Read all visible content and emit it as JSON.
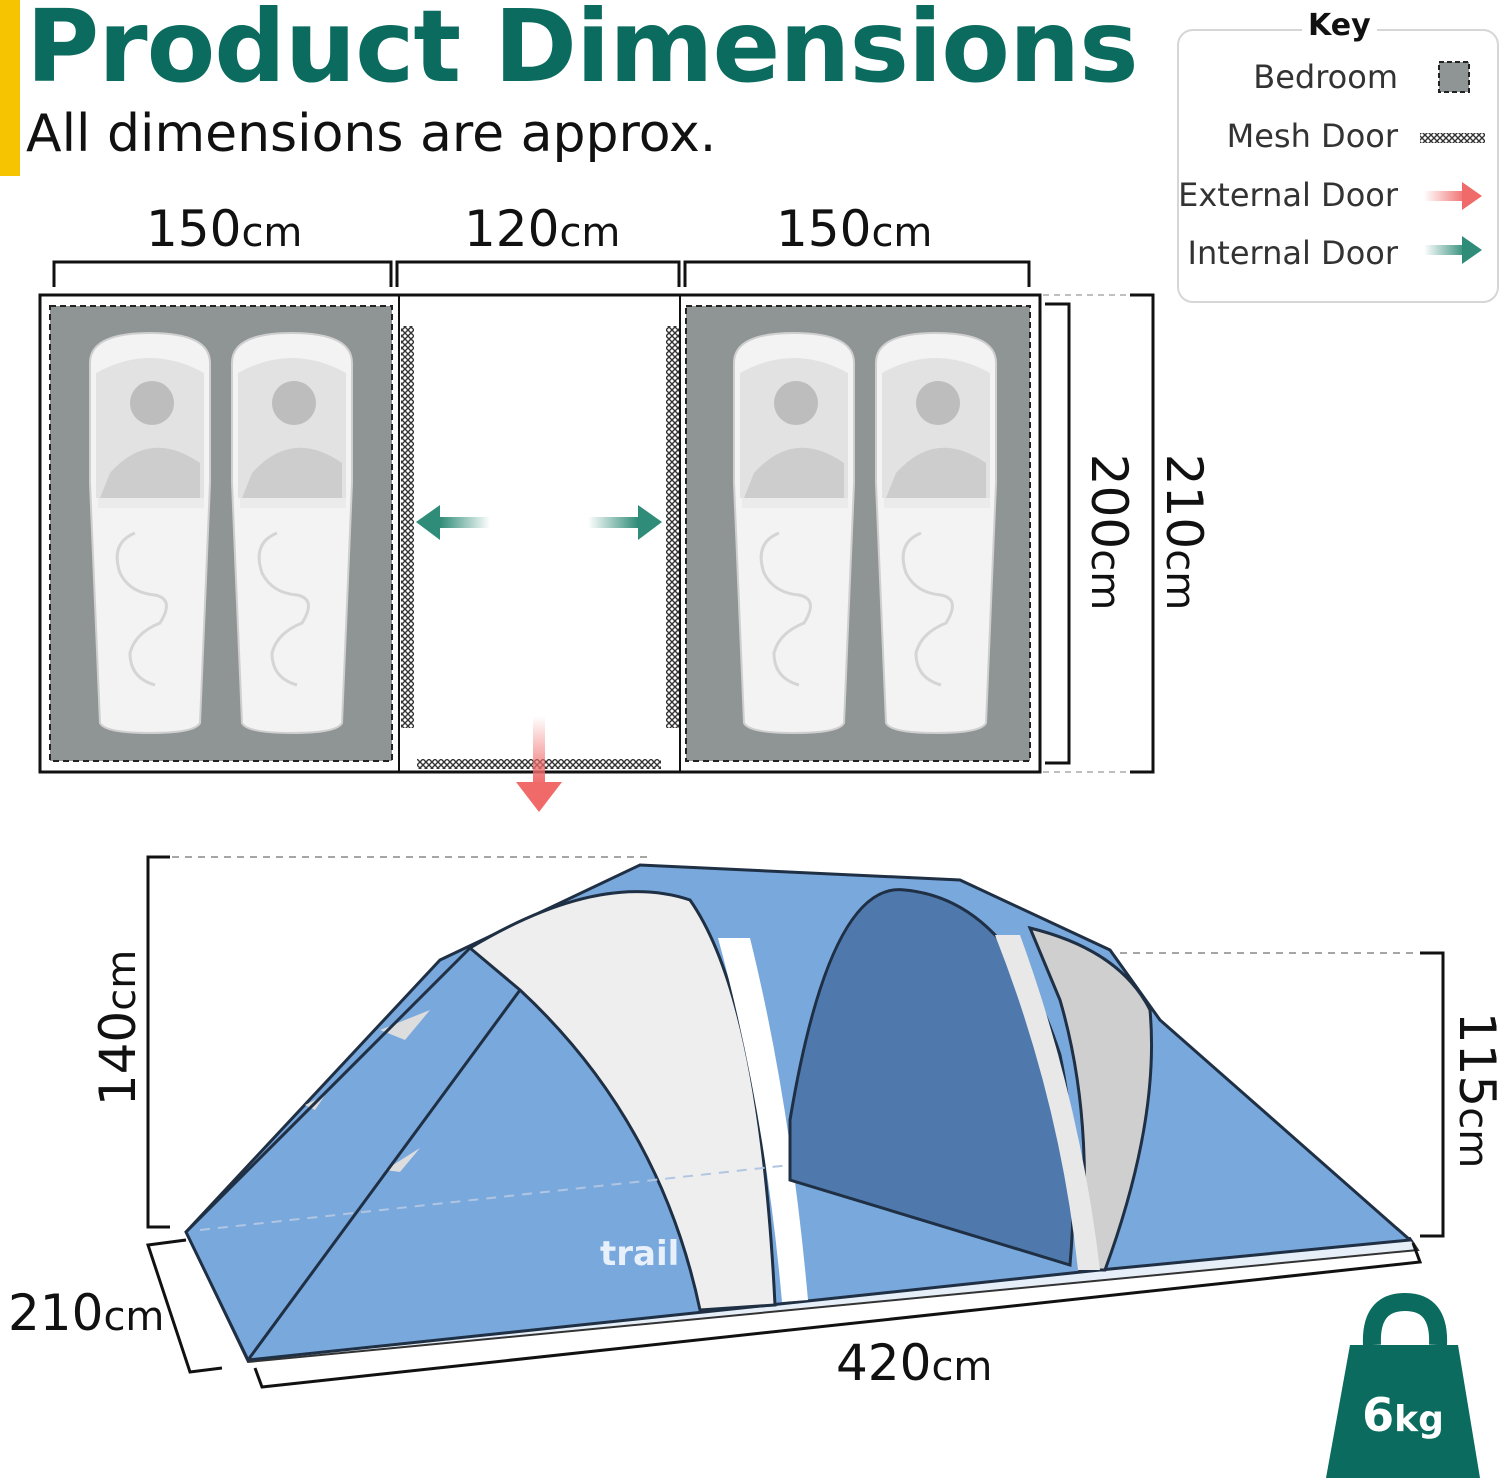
{
  "header": {
    "title": "Product Dimensions",
    "subtitle": "All dimensions are approx."
  },
  "key": {
    "title": "Key",
    "items": [
      {
        "label": "Bedroom",
        "icon": "bedroom-swatch-icon"
      },
      {
        "label": "Mesh Door",
        "icon": "mesh-door-icon"
      },
      {
        "label": "External Door",
        "icon": "external-door-arrow-icon"
      },
      {
        "label": "Internal Door",
        "icon": "internal-door-arrow-icon"
      }
    ]
  },
  "floorplan": {
    "bedroom_left_width": {
      "value": "150",
      "unit": "cm"
    },
    "living_width": {
      "value": "120",
      "unit": "cm"
    },
    "bedroom_right_width": {
      "value": "150",
      "unit": "cm"
    },
    "bedroom_depth": {
      "value": "200",
      "unit": "cm"
    },
    "total_depth": {
      "value": "210",
      "unit": "cm"
    }
  },
  "tent": {
    "peak_height": {
      "value": "140",
      "unit": "cm"
    },
    "rear_height": {
      "value": "115",
      "unit": "cm"
    },
    "width": {
      "value": "210",
      "unit": "cm"
    },
    "length": {
      "value": "420",
      "unit": "cm"
    },
    "brand": "trail"
  },
  "weight": {
    "value": "6",
    "unit": "kg"
  },
  "colors": {
    "title_green": "#0b6b5e",
    "accent_yellow": "#f6c400",
    "bedroom_grey": "#8f9495",
    "external_door_red": "#f06a6a",
    "internal_door_teal": "#2f8c78",
    "tent_blue": "#79a8dc",
    "tent_dark_blue": "#4f79ad"
  }
}
